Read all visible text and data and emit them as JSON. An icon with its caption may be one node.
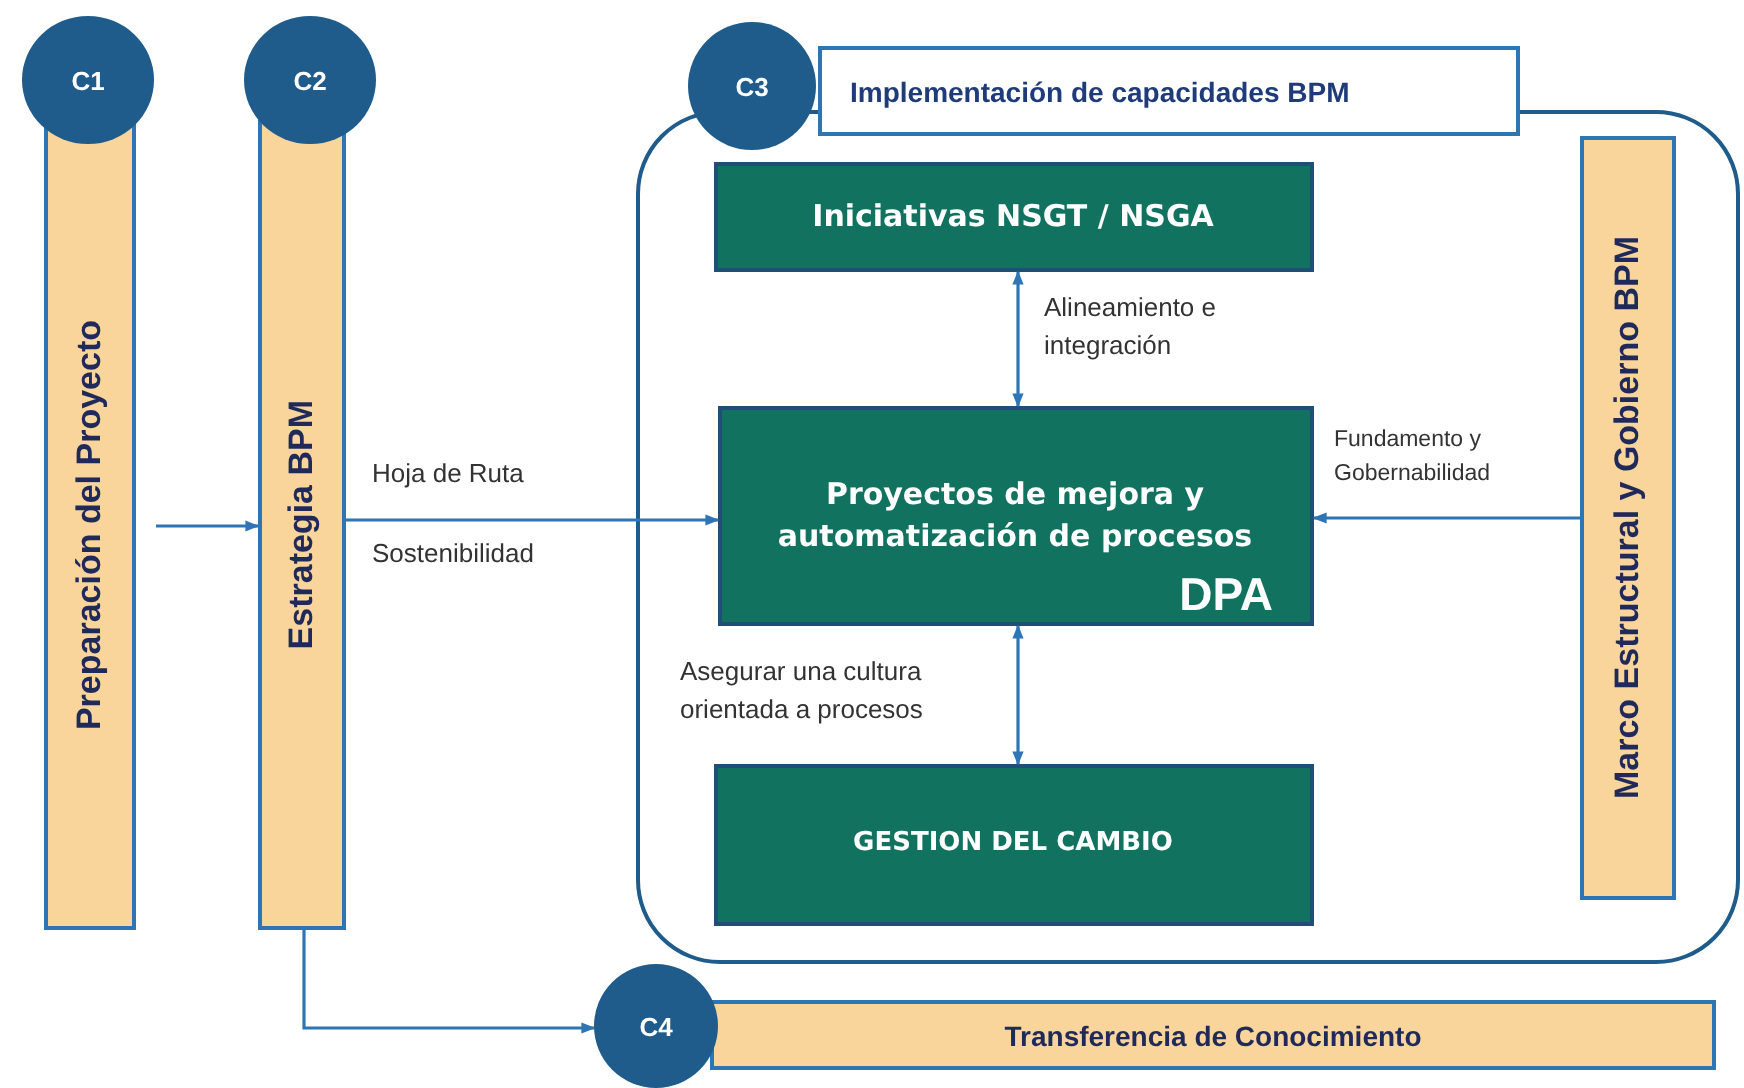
{
  "diagram": {
    "nodes": [
      {
        "text": [
          "C1"
        ]
      },
      {
        "text": [
          "Preparación del Proyecto"
        ]
      },
      {
        "text": [
          "C2"
        ]
      },
      {
        "text": [
          "Estrategia BPM"
        ]
      },
      {
        "text": [
          "C3"
        ]
      },
      {
        "text": [
          "Implementación de capacidades BPM"
        ]
      },
      {
        "text": [],
        "shape": "box"
      },
      {
        "text": [
          "Iniciativas NSGT / NSGA"
        ],
        "in": 6
      },
      {
        "text": [
          "Proyectos de mejora y automatización de procesos",
          "DPA"
        ],
        "in": 6
      },
      {
        "text": [
          "GESTION DEL CAMBIO"
        ],
        "in": 6
      },
      {
        "text": [
          "Marco Estructural y Gobierno BPM"
        ],
        "in": 6
      },
      {
        "text": [
          "C4"
        ]
      },
      {
        "text": [
          "Transferencia de Conocimiento"
        ]
      }
    ],
    "edges": [
      {
        "from": 1,
        "to": 3,
        "arrow": "to"
      },
      {
        "from": 3,
        "to": 8,
        "arrow": "to",
        "label": "Hoja de Ruta"
      },
      {
        "from": 7,
        "to": 8,
        "arrow": "both",
        "label": "Alineamiento e integración"
      },
      {
        "from": 10,
        "to": 8,
        "arrow": "to",
        "label": "Fundamento y Gobernabilidad"
      },
      {
        "from": 8,
        "to": 9,
        "arrow": "both",
        "label": "Asegurar una cultura orientada a procesos"
      },
      {
        "from": 3,
        "to": 11,
        "arrow": "to"
      }
    ],
    "labels": [
      "Sostenibilidad"
    ]
  }
}
